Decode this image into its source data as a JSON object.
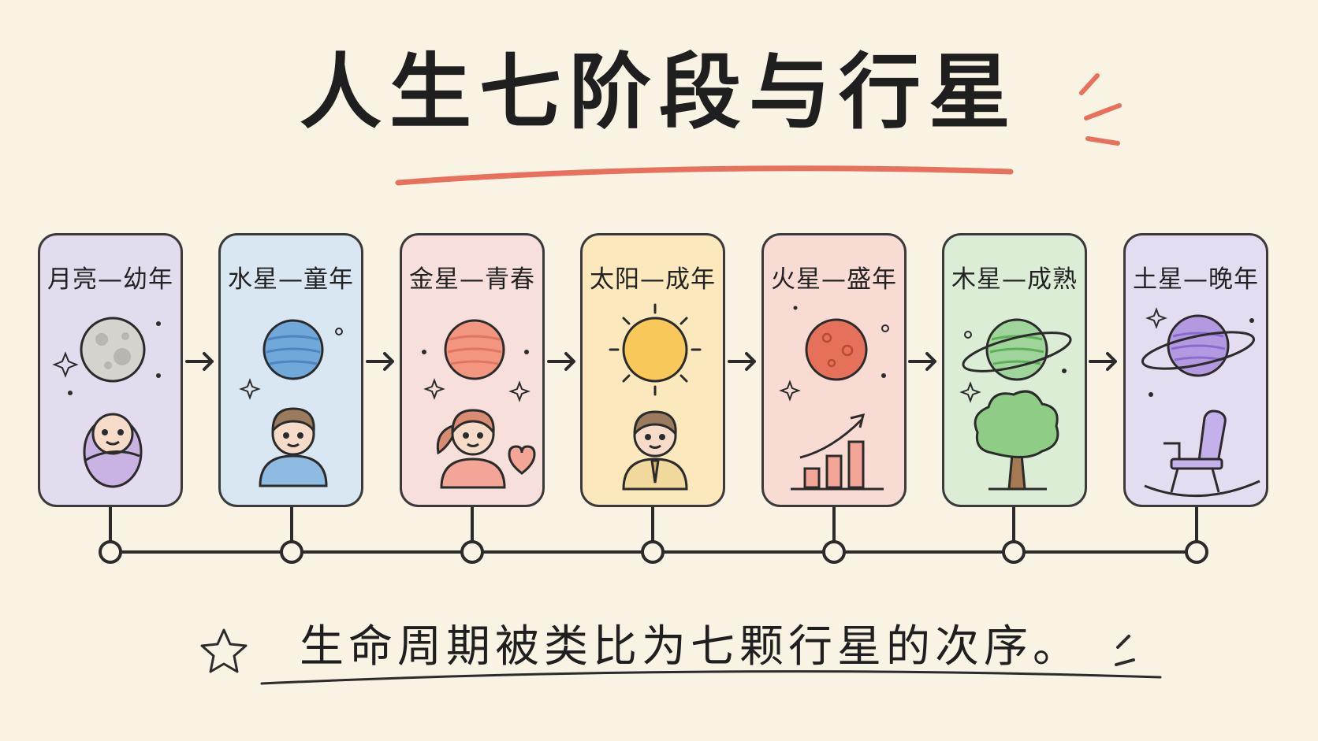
{
  "title": "人生七阶段与行星",
  "stages": [
    {
      "label": "月亮—幼年",
      "color": "#e3dbee"
    },
    {
      "label": "水星—童年",
      "color": "#d9e7f3"
    },
    {
      "label": "金星—青春",
      "color": "#f7dfdb"
    },
    {
      "label": "太阳—成年",
      "color": "#fbe9bd"
    },
    {
      "label": "火星—盛年",
      "color": "#f8dbd2"
    },
    {
      "label": "木星—成熟",
      "color": "#dbeed5"
    },
    {
      "label": "土星—晚年",
      "color": "#e4dcf1"
    }
  ],
  "caption": "生命周期被类比为七颗行星的次序。",
  "colors": {
    "accent": "#e8705d",
    "ink": "#2b2b2b"
  },
  "icons": [
    "moon-icon",
    "baby-icon",
    "mercury-icon",
    "boy-icon",
    "venus-icon",
    "girl-icon",
    "heart-icon",
    "sun-icon",
    "man-icon",
    "mars-icon",
    "growth-chart-icon",
    "jupiter-icon",
    "tree-icon",
    "saturn-icon",
    "rocking-chair-icon",
    "star-icon"
  ]
}
